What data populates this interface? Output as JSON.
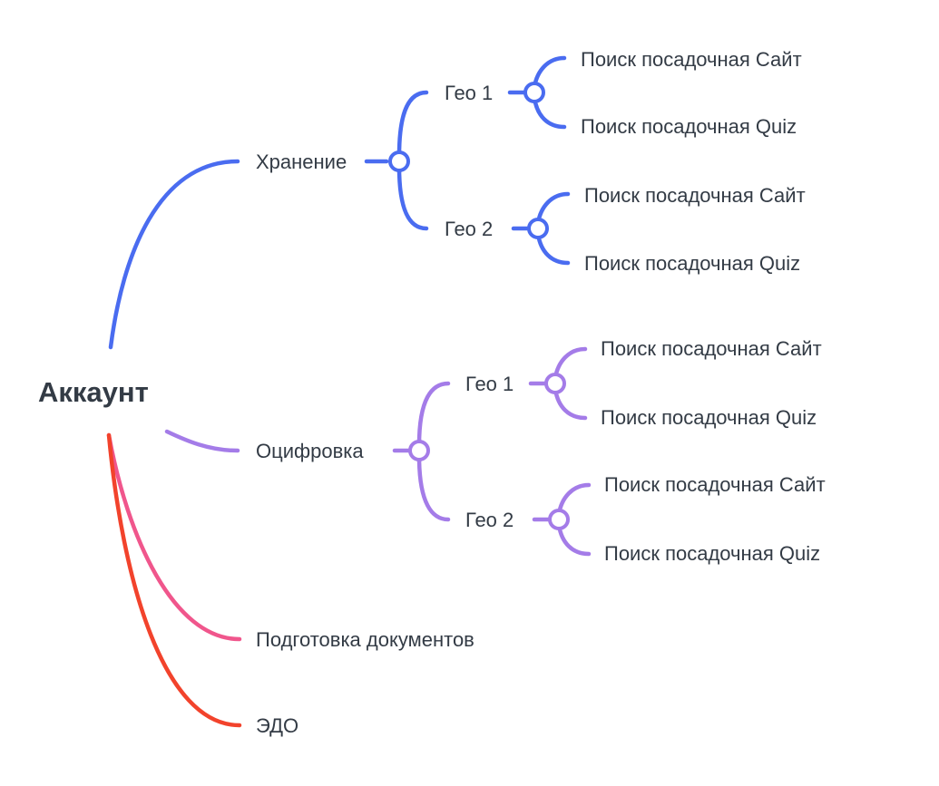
{
  "root": {
    "label": "Аккаунт"
  },
  "colors": {
    "storage": "#4a6cf0",
    "digitization": "#a47ce8",
    "documents": "#f0568c",
    "edo": "#f2432c",
    "text": "#333b45"
  },
  "branches": {
    "storage": {
      "label": "Хранение",
      "children": [
        {
          "label": "Гео 1",
          "children": [
            {
              "label": "Поиск посадочная Сайт"
            },
            {
              "label": "Поиск посадочная Quiz"
            }
          ]
        },
        {
          "label": "Гео 2",
          "children": [
            {
              "label": "Поиск посадочная Сайт"
            },
            {
              "label": "Поиск посадочная Quiz"
            }
          ]
        }
      ]
    },
    "digitization": {
      "label": "Оцифровка",
      "children": [
        {
          "label": "Гео 1",
          "children": [
            {
              "label": "Поиск посадочная Сайт"
            },
            {
              "label": "Поиск посадочная Quiz"
            }
          ]
        },
        {
          "label": "Гео 2",
          "children": [
            {
              "label": "Поиск посадочная Сайт"
            },
            {
              "label": "Поиск посадочная Quiz"
            }
          ]
        }
      ]
    },
    "documents": {
      "label": "Подготовка документов"
    },
    "edo": {
      "label": "ЭДО"
    }
  }
}
